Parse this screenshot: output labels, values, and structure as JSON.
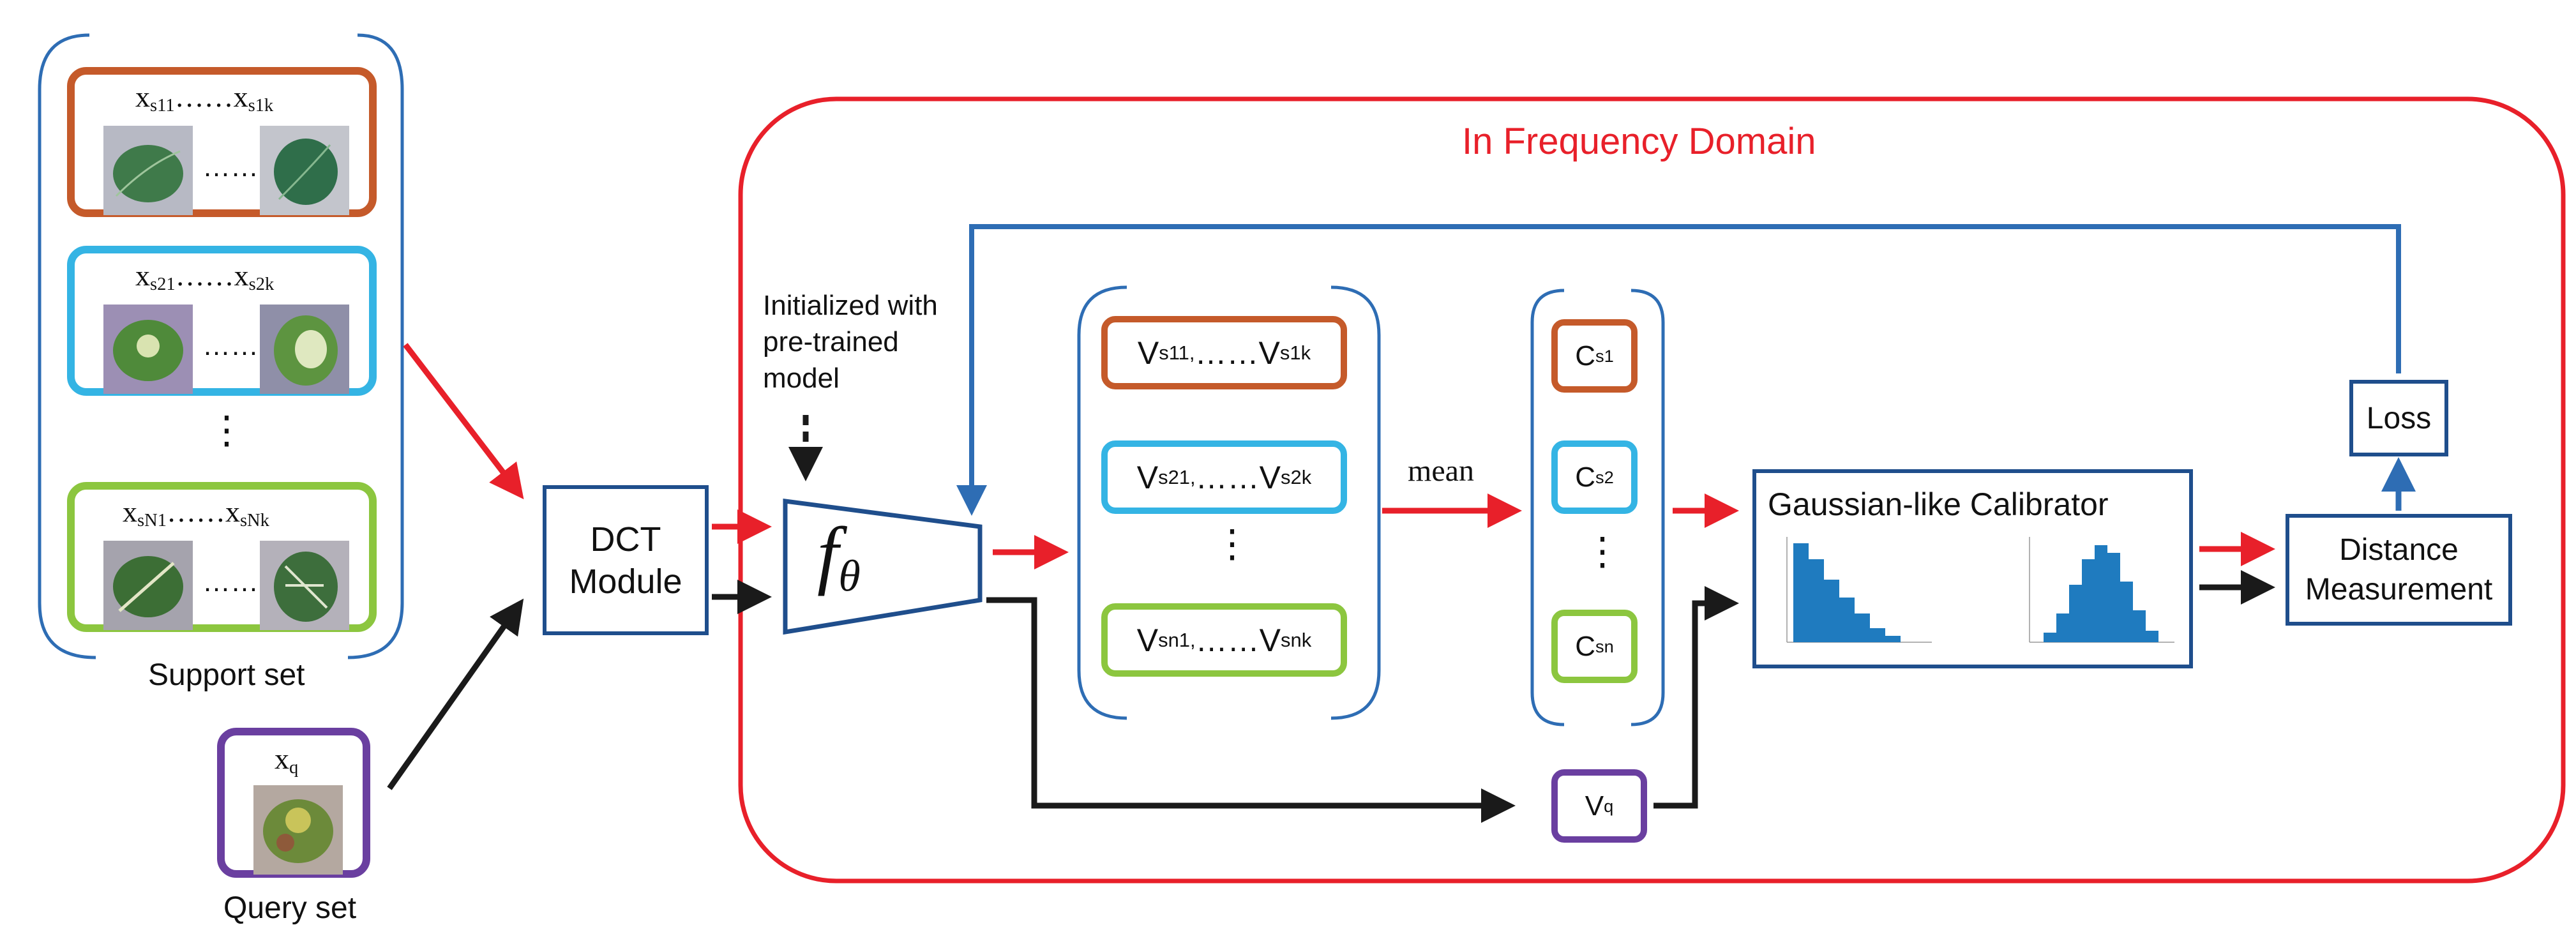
{
  "colors": {
    "red": "#e8202a",
    "blue": "#2e6db4",
    "navy": "#1f4e8c",
    "black": "#1a1a1a",
    "orange": "#c55a2a",
    "cyan": "#34b4e4",
    "green": "#8cc63f",
    "purple": "#6a3fa0",
    "hist": "#1f7bbf"
  },
  "support": {
    "caption": "Support set",
    "class1_label": "x",
    "class1_sub_a": "s11",
    "class1_dots": "……",
    "class1_x2": "x",
    "class1_sub_b": "s1k",
    "class2_label": "x",
    "class2_sub_a": "s21",
    "class2_dots": "……",
    "class2_x2": "x",
    "class2_sub_b": "s2k",
    "classN_label": "x",
    "classN_sub_a": "sN1",
    "classN_dots": "……",
    "classN_x2": "x",
    "classN_sub_b": "sNk",
    "leaf_dots": "……",
    "vdots": "⋮"
  },
  "query": {
    "caption": "Query set",
    "label": "x",
    "sub": "q"
  },
  "dct": {
    "line1": "DCT",
    "line2": "Module"
  },
  "freq": {
    "title": "In Frequency Domain"
  },
  "encoder": {
    "symbol": "f",
    "sub": "θ",
    "note_line1": "Initialized with",
    "note_line2": "pre-trained",
    "note_line3": "model"
  },
  "vectors": {
    "v1_a": "V",
    "v1_sa": "s11,",
    "v1_dots": " ……V",
    "v1_sb": "s1k",
    "v2_a": "V",
    "v2_sa": "s21,",
    "v2_dots": " ……V",
    "v2_sb": "s2k",
    "vn_a": "V",
    "vn_sa": "sn1,",
    "vn_dots": " ……V",
    "vn_sb": "snk",
    "vdots": "⋮"
  },
  "mean_label": "mean",
  "centroids": {
    "c1": "C",
    "c1_sub": "s1",
    "c2": "C",
    "c2_sub": "s2",
    "cn": "C",
    "cn_sub": "sn",
    "vdots": "⋮"
  },
  "vq": {
    "label": "V",
    "sub": "q"
  },
  "calibrator": {
    "title": "Gaussian-like Calibrator"
  },
  "distance": {
    "line1": "Distance",
    "line2": "Measurement"
  },
  "loss": {
    "label": "Loss"
  }
}
